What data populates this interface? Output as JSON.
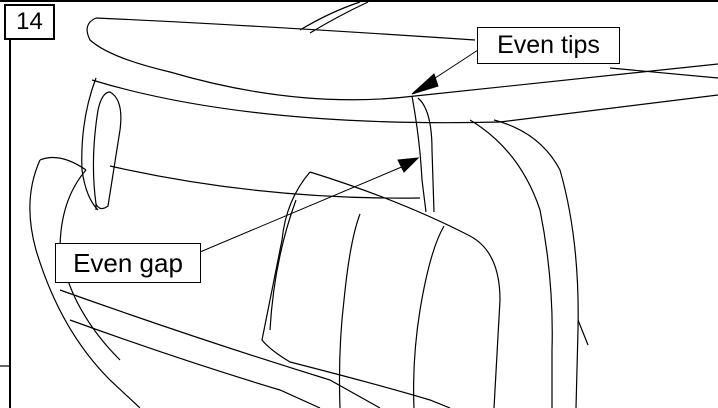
{
  "figure": {
    "step_number": "14",
    "callouts": {
      "tips_label": "Even tips",
      "gap_label": "Even gap"
    }
  }
}
